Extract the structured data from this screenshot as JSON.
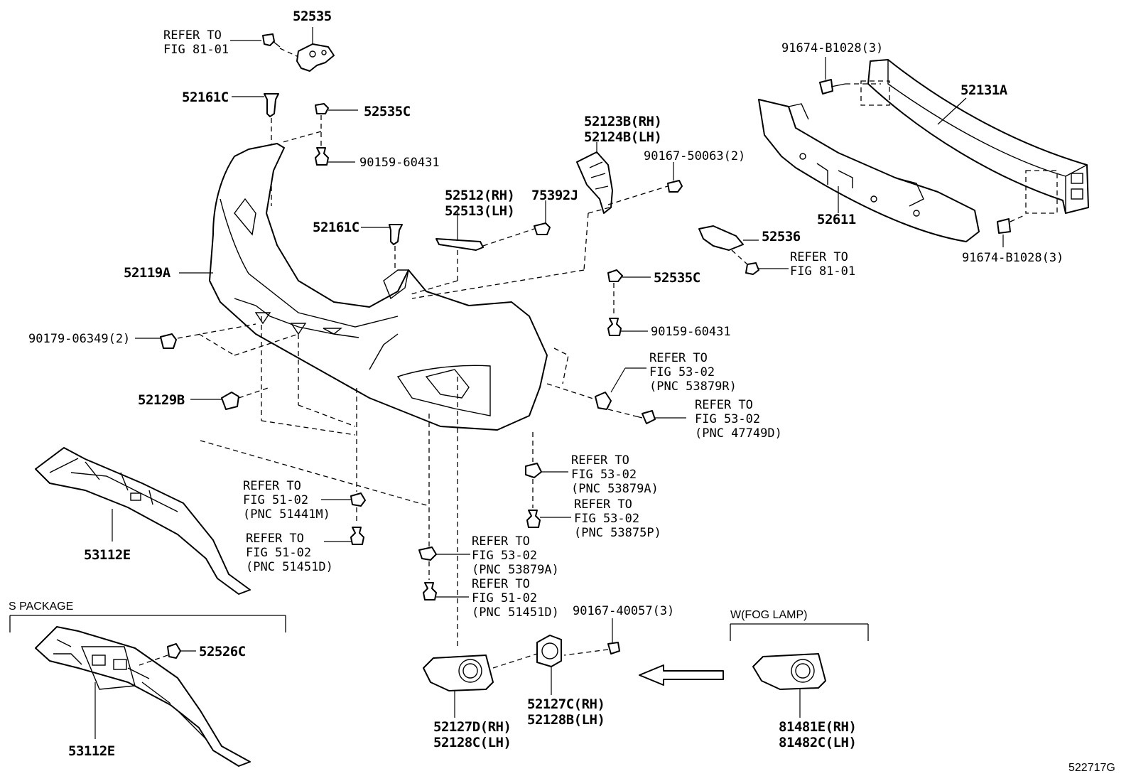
{
  "labels": {
    "p52535": "52535",
    "refer_top_left": "REFER TO\nFIG 81-01",
    "p52161c_top": "52161C",
    "p52535c_top": "52535C",
    "p90159_top": "90159-60431",
    "p52123b": "52123B(RH)\n52124B(LH)",
    "p90167_50063": "90167-50063(2)",
    "p52512": "52512(RH)\n52513(LH)",
    "p75392j": "75392J",
    "p52161c_mid": "52161C",
    "p52119a": "52119A",
    "p91674_top": "91674-B1028(3)",
    "p52131a": "52131A",
    "p52611": "52611",
    "p91674_bot": "91674-B1028(3)",
    "p52536": "52536",
    "refer_right": "REFER TO\nFIG 81-01",
    "p52535c_mid": "52535C",
    "p90159_mid": "90159-60431",
    "p90179": "90179-06349(2)",
    "refer_53879r": "REFER TO\nFIG 53-02\n(PNC 53879R)",
    "refer_47749d": "REFER TO\nFIG 53-02\n(PNC 47749D)",
    "p52129b": "52129B",
    "refer_53879a_r": "REFER TO\nFIG 53-02\n(PNC 53879A)",
    "refer_53875p": "REFER TO\nFIG 53-02\n(PNC 53875P)",
    "refer_51441m": "REFER TO\nFIG 51-02\n(PNC 51441M)",
    "refer_51451d_l": "REFER TO\nFIG 51-02\n(PNC 51451D)",
    "refer_53879a_m": "REFER TO\nFIG 53-02\n(PNC 53879A)",
    "refer_51451d_m": "REFER TO\nFIG 51-02\n(PNC 51451D)",
    "p53112e_top": "53112E",
    "s_package": "S PACKAGE",
    "p52526c": "52526C",
    "p53112e_bot": "53112E",
    "p90167_40057": "90167-40057(3)",
    "w_fog_lamp": "W(FOG LAMP)",
    "p52127d": "52127D(RH)\n52128C(LH)",
    "p52127c": "52127C(RH)\n52128B(LH)",
    "p81481e": "81481E(RH)\n81482C(LH)",
    "drawing_code": "522717G"
  }
}
